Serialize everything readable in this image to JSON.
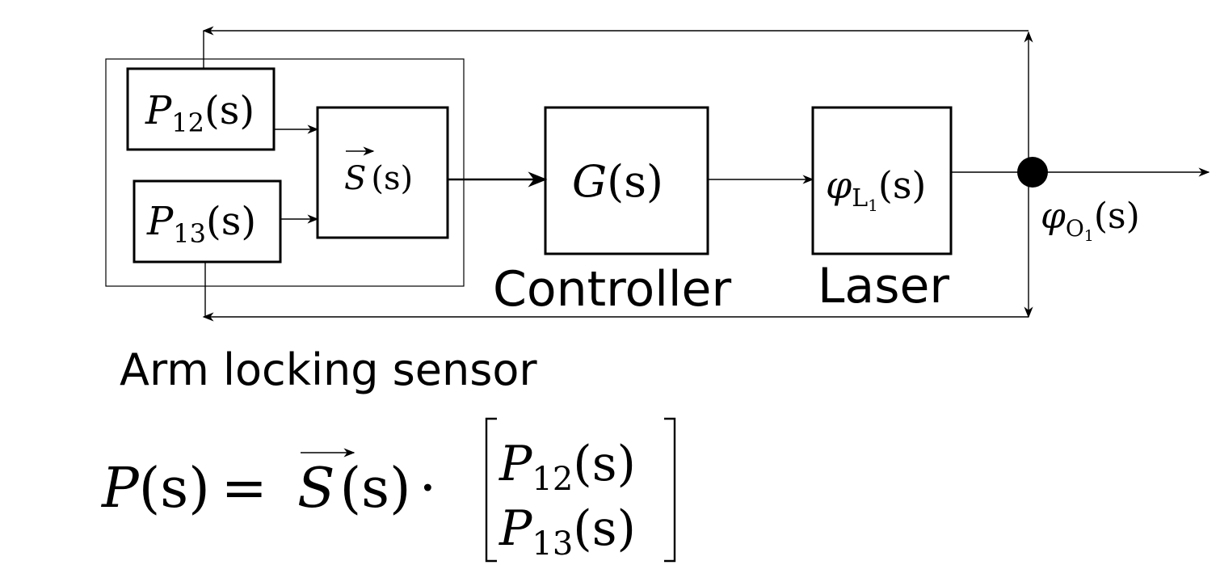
{
  "blocks": {
    "p12": {
      "var": "P",
      "sub": "12",
      "arg": "(s)"
    },
    "p13": {
      "var": "P",
      "sub": "13",
      "arg": "(s)"
    },
    "s_vec": {
      "var": "S",
      "arg": "(s)"
    },
    "g": {
      "var": "G",
      "arg": "(s)"
    },
    "phi_l1": {
      "var": "φ",
      "sub": "L",
      "subsub": "1",
      "arg": "(s)"
    }
  },
  "output_label": {
    "var": "φ",
    "sub": "O",
    "subsub": "1",
    "arg": "(s)"
  },
  "labels": {
    "controller": "Controller",
    "laser": "Laser",
    "arm_sensor": "Arm locking sensor"
  },
  "equation": {
    "lhs_var": "P",
    "lhs_arg": "(s)",
    "equals": "=",
    "vec_var": "S",
    "vec_arg": "(s)",
    "dot": "·",
    "row1": {
      "var": "P",
      "sub": "12",
      "arg": "(s)"
    },
    "row2": {
      "var": "P",
      "sub": "13",
      "arg": "(s)"
    }
  }
}
